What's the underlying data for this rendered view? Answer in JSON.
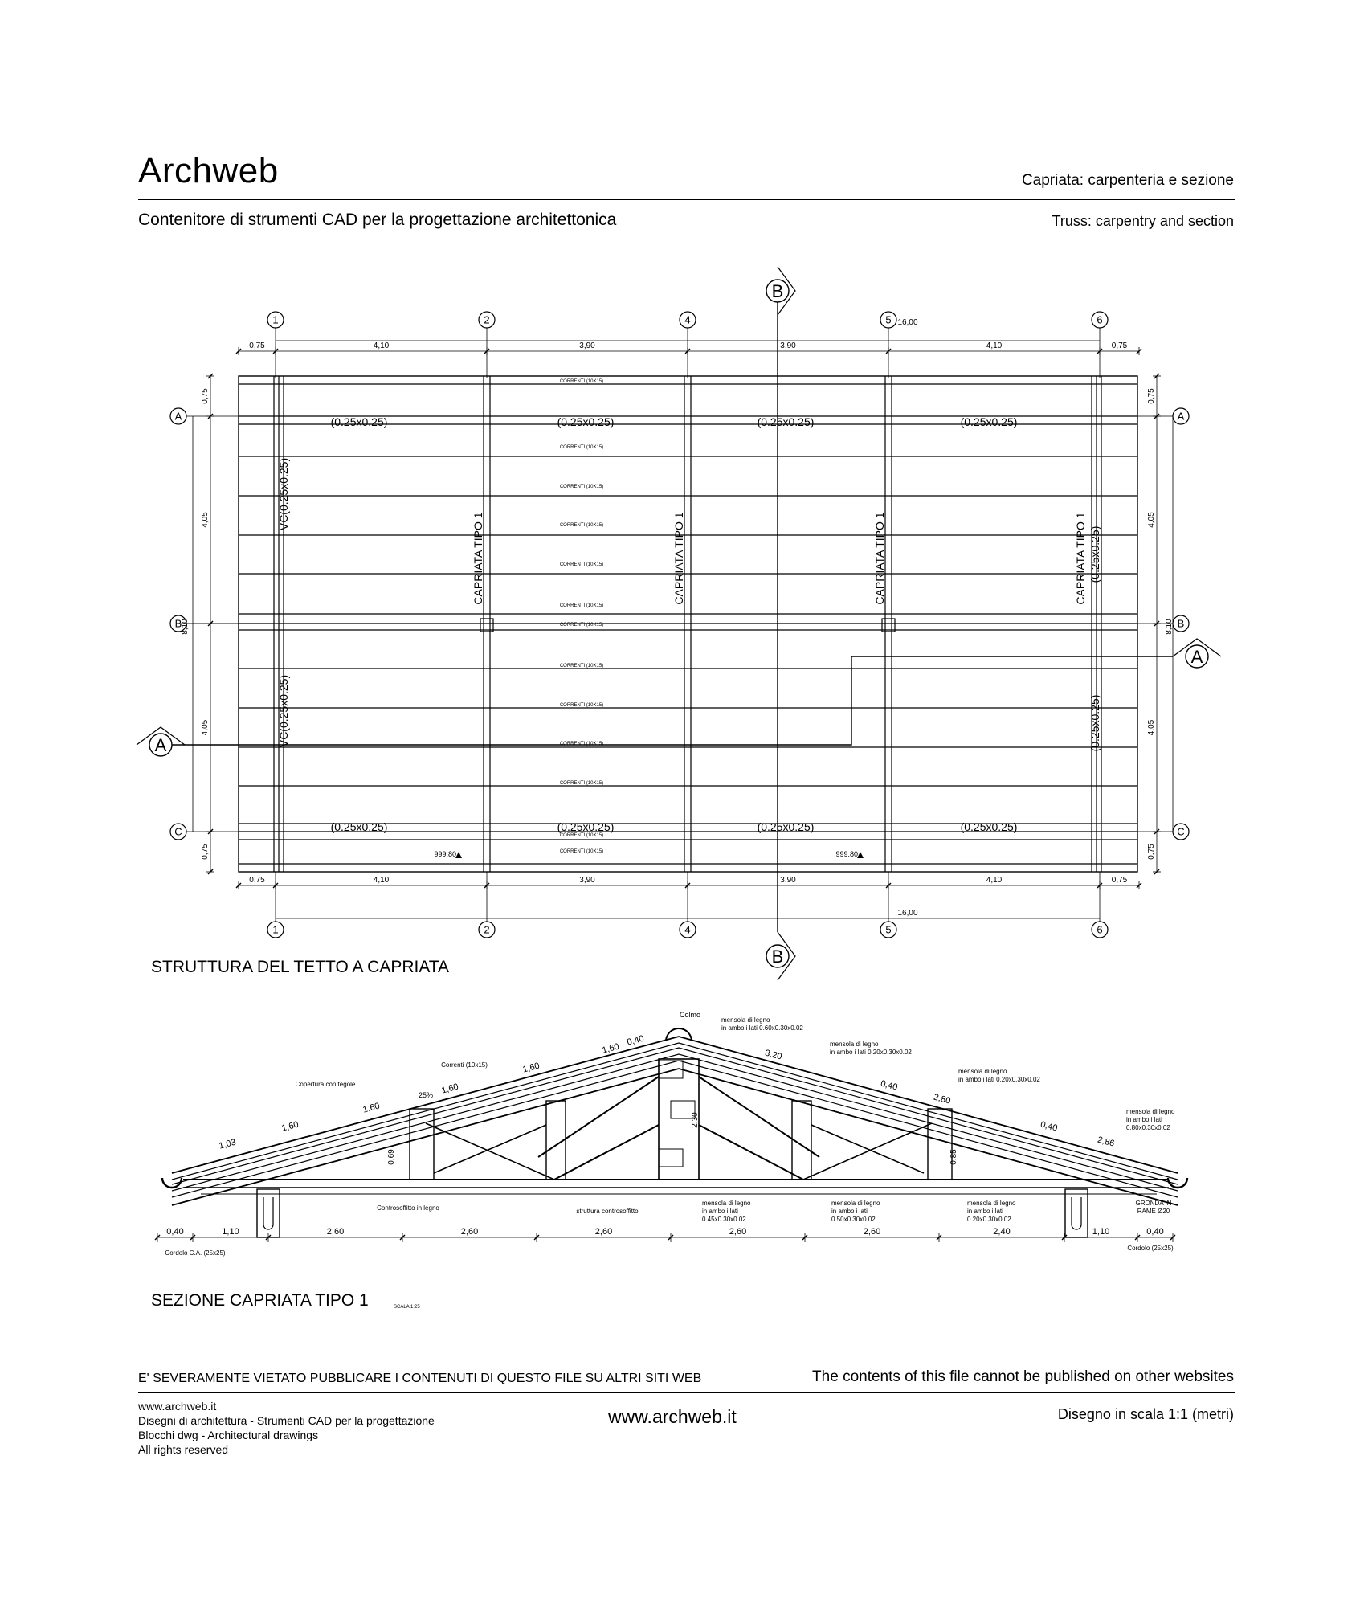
{
  "header": {
    "brand": "Archweb",
    "subtitle_it": "Contenitore di strumenti CAD per la progettazione architettonica",
    "title_it": "Capriata: carpenteria e sezione",
    "title_en": "Truss: carpentry and section"
  },
  "plan": {
    "title": "STRUTTURA DEL TETTO A CAPRIATA",
    "grid_columns": [
      "1",
      "2",
      "4",
      "5",
      "6"
    ],
    "grid_rows": [
      "A",
      "B",
      "C"
    ],
    "section_markers": {
      "vertical": "B",
      "horizontal": "A"
    },
    "dims_top": [
      "0,75",
      "4,10",
      "3,90",
      "3,90",
      "4,10",
      "0,75"
    ],
    "total_top": "16,00",
    "dims_bottom": [
      "0,75",
      "4,10",
      "3,90",
      "3,90",
      "4,10",
      "0,75"
    ],
    "total_bottom": "16,00",
    "dims_left": [
      "0,75",
      "4,05",
      "4,05",
      "0,75"
    ],
    "total_left": "8,10",
    "dims_right": [
      "0,75",
      "4,05",
      "4,05",
      "0,75"
    ],
    "total_right": "8,10",
    "beam_label": "(0.25x0.25)",
    "purlin_label": "CORRENTI (10X15)",
    "truss_label": "CAPRIATA TIPO 1",
    "edge_beam_left": "VC(0.25x0.25)",
    "edge_beam_right": "(0.25x0.25)",
    "elevation": "999.80"
  },
  "section": {
    "title": "SEZIONE CAPRIATA TIPO 1",
    "scale": "SCALA 1:25",
    "bottom_dims": [
      "0,40",
      "1,10",
      "2,60",
      "2,60",
      "2,60",
      "2,60",
      "2,60",
      "2,40",
      "1,10",
      "0,40"
    ],
    "labels": {
      "colmo": "Colmo",
      "copertura": "Copertura con tegole",
      "correnti": "Correnti (10x15)",
      "slope": "25%",
      "controsoffitto": "Controsoffitto in legno",
      "struttura_controsoffitto": "struttura controsoffitto",
      "cordolo_ca": "Cordolo C.A. (25x25)",
      "cordolo": "Cordolo (25x25)",
      "gronda_1": "GRONDA IN",
      "gronda_2": "RAME Ø20",
      "height": "2,30",
      "post_h": "0,69",
      "post_h2": "0,85"
    },
    "mensole": [
      {
        "l1": "mensola di legno",
        "l2": "in ambo i lati 0.60x0.30x0.02"
      },
      {
        "l1": "mensola di legno",
        "l2": "in ambo i lati 0.20x0.30x0.02"
      },
      {
        "l1": "mensola di legno",
        "l2": "in ambo i lati 0.20x0.30x0.02"
      },
      {
        "l1": "mensola di legno",
        "l2": "in ambo i lati",
        "l3": "0.80x0.30x0.02"
      },
      {
        "l1": "mensola di legno",
        "l2": "in ambo i lati",
        "l3": "0.45x0.30x0.02"
      },
      {
        "l1": "mensola di legno",
        "l2": "in ambo i lati",
        "l3": "0.50x0.30x0.02"
      },
      {
        "l1": "mensola di legno",
        "l2": "in ambo i lati",
        "l3": "0.20x0.30x0.02"
      }
    ],
    "roof_dims_left": [
      "1,03",
      "1,60",
      "1,60",
      "1,60",
      "1,60",
      "1,60",
      "0,40"
    ],
    "roof_dims_right": [
      "3,20",
      "0,40",
      "2,80",
      "0,40",
      "2,86"
    ]
  },
  "footer": {
    "warning_it": "E' SEVERAMENTE VIETATO PUBBLICARE I CONTENUTI DI QUESTO FILE SU ALTRI SITI WEB",
    "warning_en": "The contents of this file cannot be published on other websites",
    "lines": [
      "www.archweb.it",
      "Disegni di architettura - Strumenti CAD  per la progettazione",
      "Blocchi dwg - Architectural drawings",
      "All rights reserved"
    ],
    "url": "www.archweb.it",
    "scale_note": "Disegno in scala 1:1 (metri)"
  }
}
